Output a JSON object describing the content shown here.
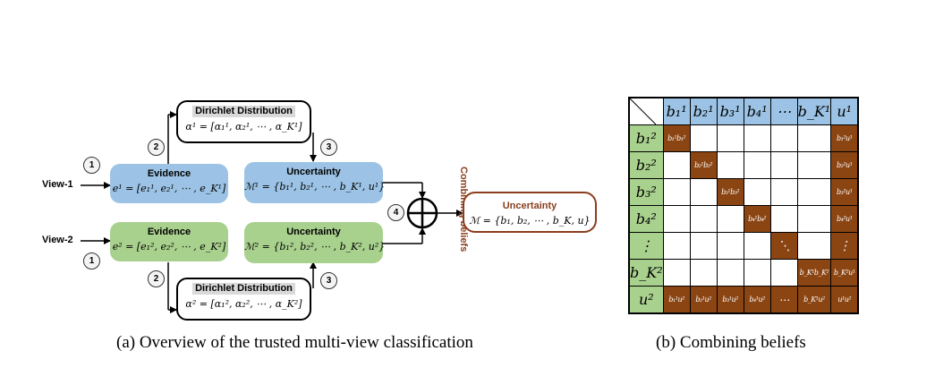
{
  "left_panel": {
    "view1_label": "View-1",
    "view2_label": "View-2",
    "steps": [
      "1",
      "2",
      "3",
      "4"
    ],
    "dirichlet_top": {
      "title": "Dirichlet Distribution",
      "formula": "α¹ = [α₁¹, α₂¹, ⋯ , α_K¹]"
    },
    "dirichlet_bottom": {
      "title": "Dirichlet Distribution",
      "formula": "α² = [α₁², α₂², ⋯ , α_K²]"
    },
    "evidence_top": {
      "title": "Evidence",
      "formula": "e¹ = [e₁¹, e₂¹, ⋯ , e_K¹]"
    },
    "evidence_bottom": {
      "title": "Evidence",
      "formula": "e² = [e₁², e₂², ⋯ , e_K²]"
    },
    "uncertainty_top": {
      "title": "Uncertainty",
      "formula": "ℳ¹ = {b₁¹, b₂¹, ⋯ , b_K¹, u¹}"
    },
    "uncertainty_bottom": {
      "title": "Uncertainty",
      "formula": "ℳ² = {b₁², b₂², ⋯ , b_K², u²}"
    },
    "combine_label": "Combining beliefs",
    "combined": {
      "title": "Uncertainty",
      "formula": "ℳ = {b₁, b₂, ⋯ , b_K, u}"
    },
    "caption": "(a) Overview of the trusted multi-view classification"
  },
  "right_panel": {
    "col_headers": [
      "b₁¹",
      "b₂¹",
      "b₃¹",
      "b₄¹",
      "⋯",
      "b_K¹",
      "u¹"
    ],
    "row_headers": [
      "b₁²",
      "b₂²",
      "b₃²",
      "b₄²",
      "⋮",
      "b_K²",
      "u²"
    ],
    "cells": [
      [
        "b₁¹b₁²",
        "",
        "",
        "",
        "",
        "",
        "b₁²u¹"
      ],
      [
        "",
        "b₂¹b₂²",
        "",
        "",
        "",
        "",
        "b₂²u¹"
      ],
      [
        "",
        "",
        "b₃¹b₃²",
        "",
        "",
        "",
        "b₃²u¹"
      ],
      [
        "",
        "",
        "",
        "b₄¹b₄²",
        "",
        "",
        "b₄²u¹"
      ],
      [
        "",
        "",
        "",
        "",
        "⋱",
        "",
        "⋮"
      ],
      [
        "",
        "",
        "",
        "",
        "",
        "b_K¹b_K²",
        "b_K²u¹"
      ],
      [
        "b₁¹u²",
        "b₂¹u²",
        "b₃¹u²",
        "b₄¹u²",
        "⋯",
        "b_K¹u²",
        "u¹u²"
      ]
    ],
    "caption": "(b) Combining beliefs",
    "colors": {
      "header_blue": "#9cc3e5",
      "header_green": "#a9d18e",
      "filled_brown": "#8b4513",
      "accent_brown": "#8b3e1e"
    }
  }
}
